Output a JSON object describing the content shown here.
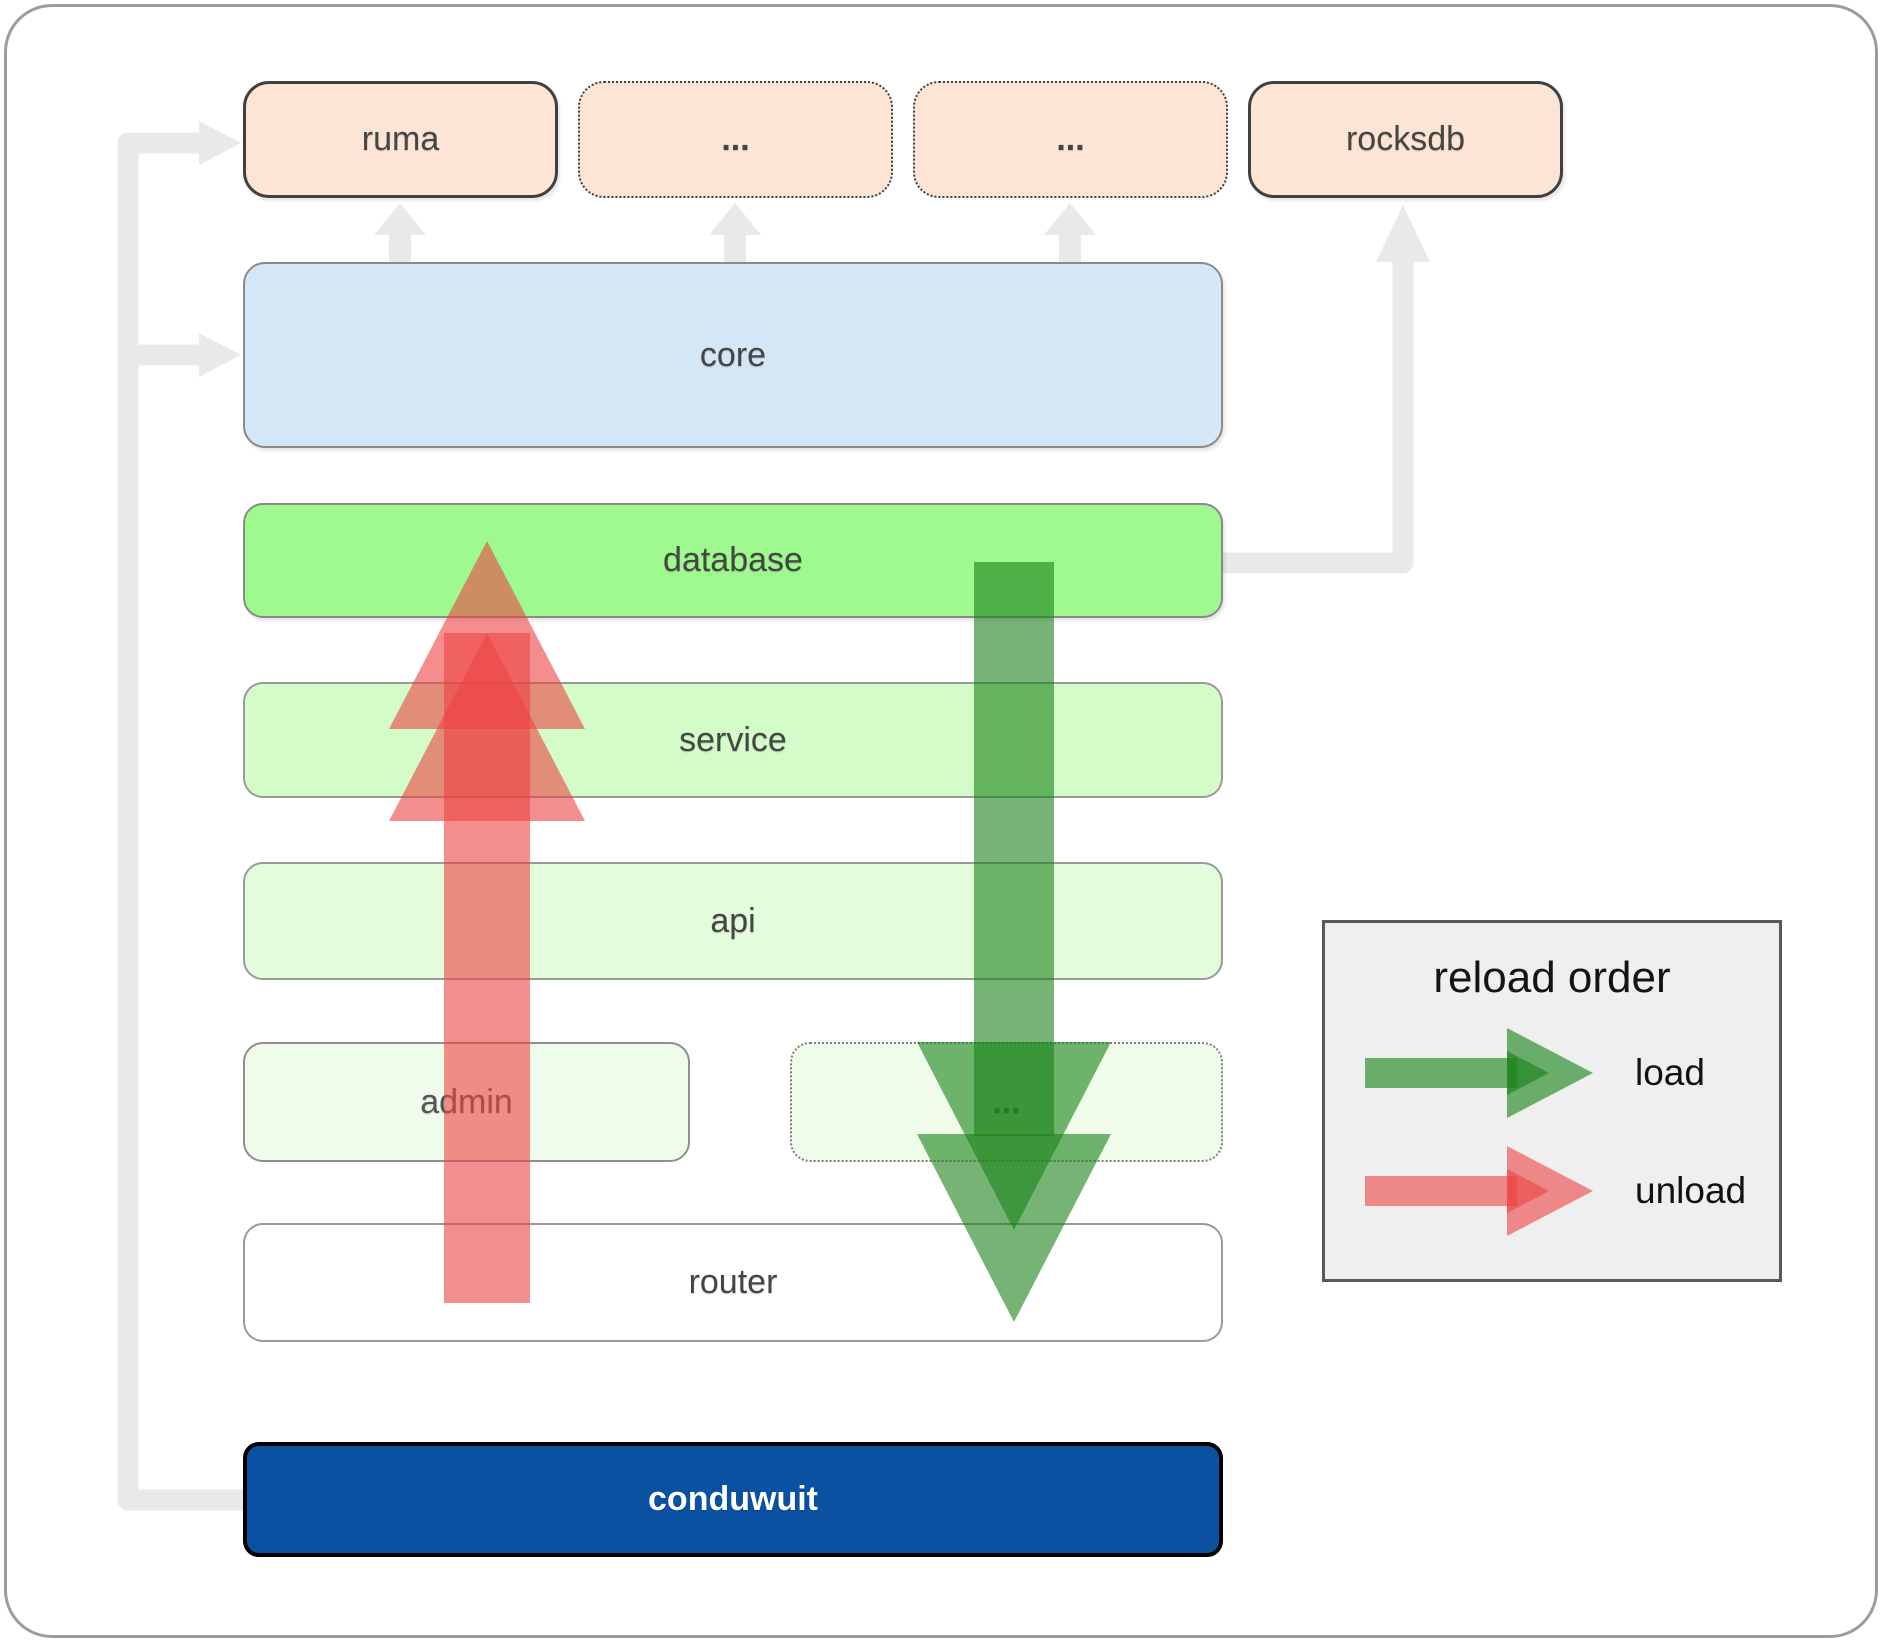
{
  "diagram": {
    "boxes": {
      "ruma": {
        "label": "ruma"
      },
      "ellipsis_top_1": {
        "label": "..."
      },
      "ellipsis_top_2": {
        "label": "..."
      },
      "rocksdb": {
        "label": "rocksdb"
      },
      "core": {
        "label": "core"
      },
      "database": {
        "label": "database"
      },
      "service": {
        "label": "service"
      },
      "api": {
        "label": "api"
      },
      "admin": {
        "label": "admin"
      },
      "ellipsis_mid": {
        "label": "..."
      },
      "router": {
        "label": "router"
      },
      "conduwuit": {
        "label": "conduwuit"
      }
    },
    "legend": {
      "title": "reload order",
      "items": [
        {
          "label": "load",
          "icon": "green-right-block-arrow",
          "color": "#3e963e"
        },
        {
          "label": "unload",
          "icon": "red-right-block-arrow",
          "color": "#f06060"
        }
      ]
    },
    "colors": {
      "top_row_fill": "#fce5d5",
      "core_fill": "#d4e7f7",
      "database_fill": "#9ef98f",
      "service_fill": "#d3fcc8",
      "api_fill": "#e3fcdb",
      "admin_fill": "#eefce9",
      "router_fill": "#ffffff",
      "conduwuit_fill": "#0b51a2",
      "connector_gray": "#e9e9e9",
      "load_arrow_green": "rgba(25,130,25,0.6)",
      "unload_arrow_red": "rgba(237,66,66,0.6)",
      "legend_bg": "#efefef"
    }
  }
}
